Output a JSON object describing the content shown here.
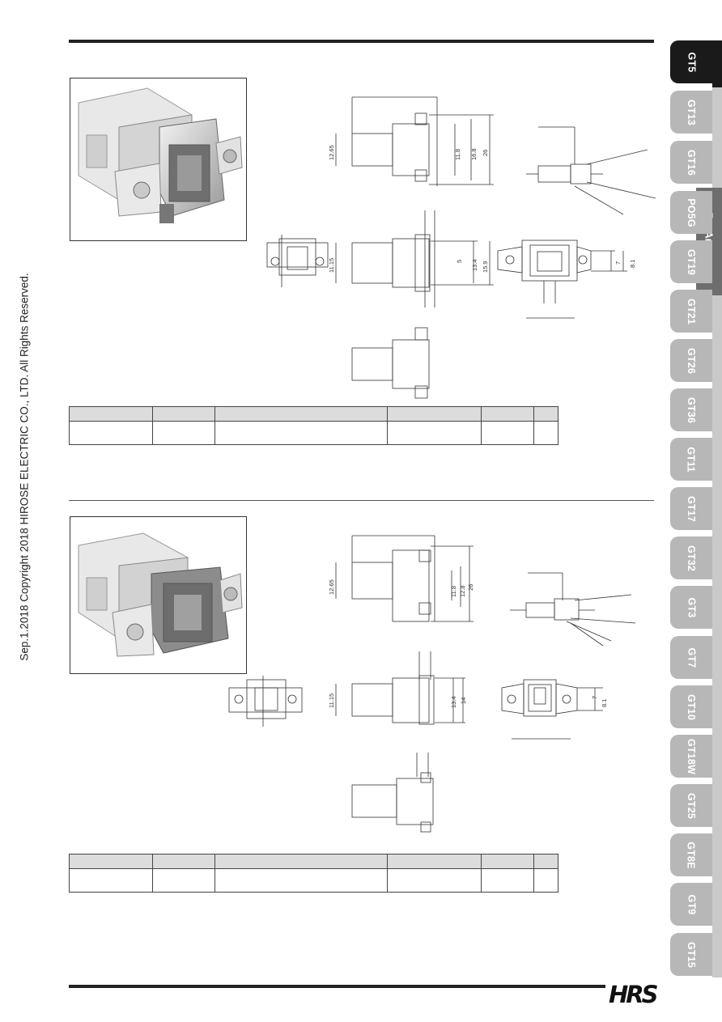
{
  "copyright": "Sep.1.2018  Copyright 2018 HIROSE ELECTRIC CO., LTD. All Rights Reserved.",
  "side_tabs": [
    "GT5",
    "GT13",
    "GT16",
    "PO5G",
    "GT19",
    "GT21",
    "GT26",
    "GT36",
    "GT11",
    "GT17",
    "GT32",
    "GT3",
    "GT7",
    "GT10",
    "GT18W",
    "GT25",
    "GT8E",
    "GT9",
    "GT15"
  ],
  "active_tab": "GT5",
  "side_section_label": "For Antenna",
  "logo_text": "HRS",
  "section1": {
    "dims_top": [
      "12.65",
      "11.8",
      "16.8",
      "26"
    ],
    "dims_mid": [
      "11.15",
      "5",
      "13.4",
      "15.9"
    ],
    "dims_right": [
      "7",
      "8.1"
    ]
  },
  "section2": {
    "dims_top": [
      "12.65",
      "11.8",
      "12.8",
      "26"
    ],
    "dims_mid": [
      "11.15",
      "13.4",
      "14"
    ],
    "dims_right": [
      "7",
      "8.1"
    ]
  }
}
